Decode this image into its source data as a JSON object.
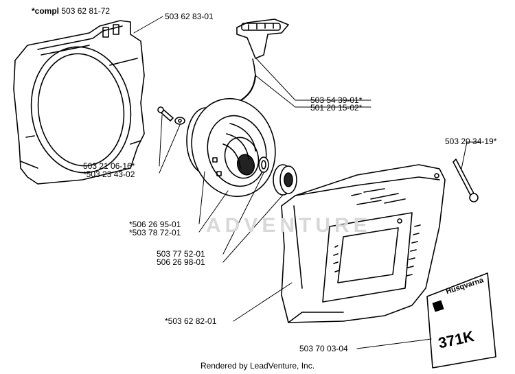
{
  "labels": {
    "fan_housing": {
      "prefix": "*compl",
      "code": "503 62 81-72"
    },
    "housing_tab": "503 62 83-01",
    "handle": "503 54 39-01*",
    "rope": "501 20 15-02*",
    "screw_right": "503 20 34-19*",
    "screw_left": "503 21 06-16*",
    "washer_left": "*503 23 43-02",
    "pulley": "*506 26 95-01",
    "spring": "*503 78 72-01",
    "bushing": "503 77 52-01",
    "bearing": "506 26 98-01",
    "cover": "*503 62 82-01",
    "decal": "503 70 03-04"
  },
  "decal": {
    "brand": "Husqvarna",
    "model": "371K"
  },
  "watermark": "ADVENTURE",
  "footer": "Rendered by LeadVenture, Inc."
}
